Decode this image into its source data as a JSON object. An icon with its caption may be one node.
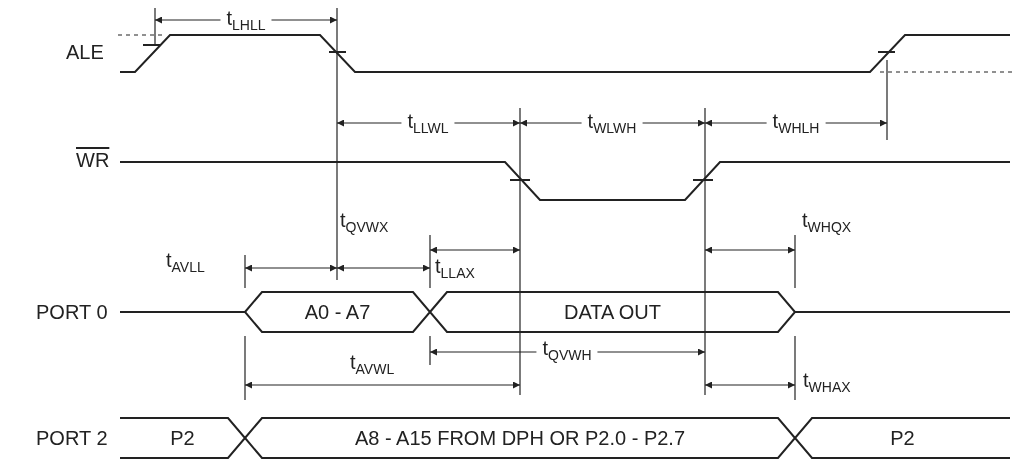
{
  "diagram": {
    "nodes": [
      {
        "text": [
          "A0 - A7"
        ]
      },
      {
        "text": [
          "DATA OUT"
        ]
      },
      {
        "text": [
          "P2"
        ]
      },
      {
        "text": [
          "A8 - A15 FROM DPH OR P2.0 - P2.7"
        ]
      },
      {
        "text": [
          "P2"
        ]
      }
    ],
    "labels": [
      "ALE",
      "WR",
      "PORT 0",
      "PORT 2",
      "t$_{LHLL}$",
      "t$_{LLWL}$",
      "t$_{WLWH}$",
      "t$_{WHLH}$",
      "t$_{QVWX}$",
      "t$_{WHQX}$",
      "t$_{AVLL}$",
      "t$_{LLAX}$",
      "t$_{QVWH}$",
      "t$_{AVWL}$",
      "t$_{WHAX}$"
    ]
  }
}
